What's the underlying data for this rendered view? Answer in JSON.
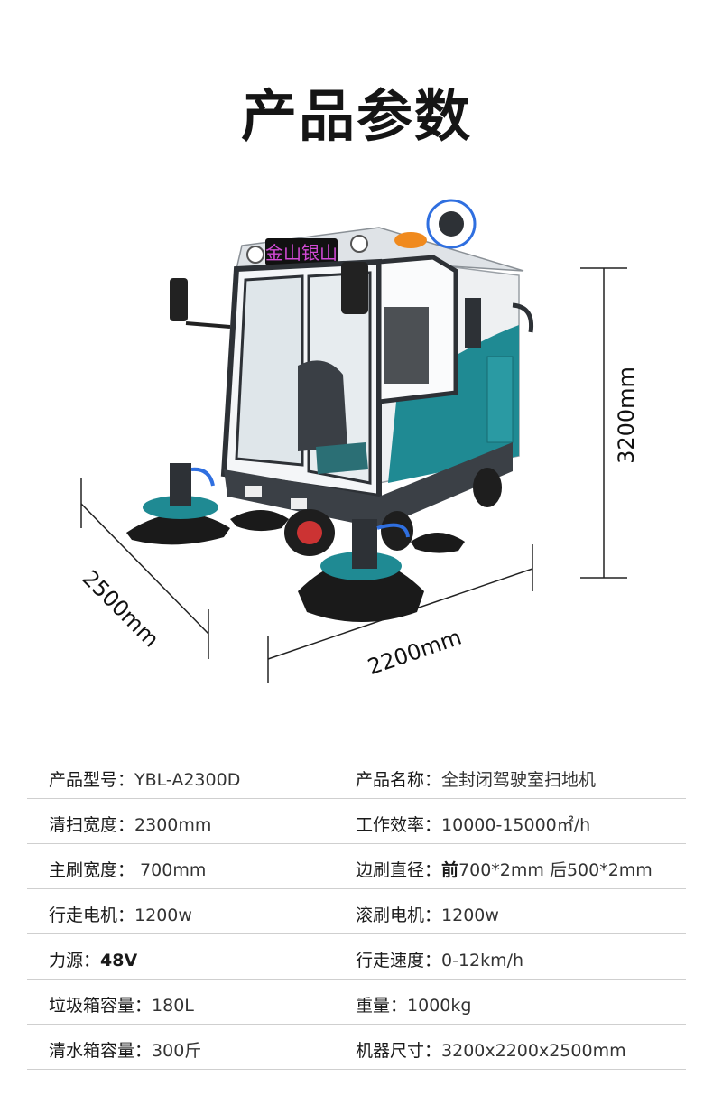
{
  "title": "产品参数",
  "display_sign": "金山银山",
  "dimensions": {
    "height": "3200mm",
    "depth": "2500mm",
    "width": "2200mm"
  },
  "specs": [
    {
      "left": {
        "label": "产品型号：",
        "value": "YBL-A2300D"
      },
      "right": {
        "label": "产品名称：",
        "value": "全封闭驾驶室扫地机"
      }
    },
    {
      "left": {
        "label": "清扫宽度：",
        "value": "2300mm"
      },
      "right": {
        "label": "工作效率：",
        "value": "10000-15000㎡/h"
      }
    },
    {
      "left": {
        "label": "主刷宽度：",
        "value": " 700mm"
      },
      "right": {
        "label": "边刷直径：",
        "value_front_prefix": "前",
        "value_front": "700*2mm",
        "value_back": " 后500*2mm"
      }
    },
    {
      "left": {
        "label": "行走电机：",
        "value": "1200w"
      },
      "right": {
        "label": "滚刷电机：",
        "value": "1200w"
      }
    },
    {
      "left": {
        "label": "力源：",
        "value": "48V"
      },
      "right": {
        "label": "行走速度：",
        "value": "0-12km/h"
      }
    },
    {
      "left": {
        "label": "垃圾箱容量：",
        "value": "180L"
      },
      "right": {
        "label": "重量：",
        "value": "1000kg"
      }
    },
    {
      "left": {
        "label": "清水箱容量：",
        "value": "300斤"
      },
      "right": {
        "label": "机器尺寸：",
        "value": "3200x2200x2500mm"
      }
    }
  ],
  "colors": {
    "body_teal": "#1f8a93",
    "body_white": "#eef0f2",
    "frame_dark": "#2d3136",
    "brush_black": "#1a1a1a",
    "sign_text": "#d24ad6",
    "beacon": "#f08a1e"
  }
}
